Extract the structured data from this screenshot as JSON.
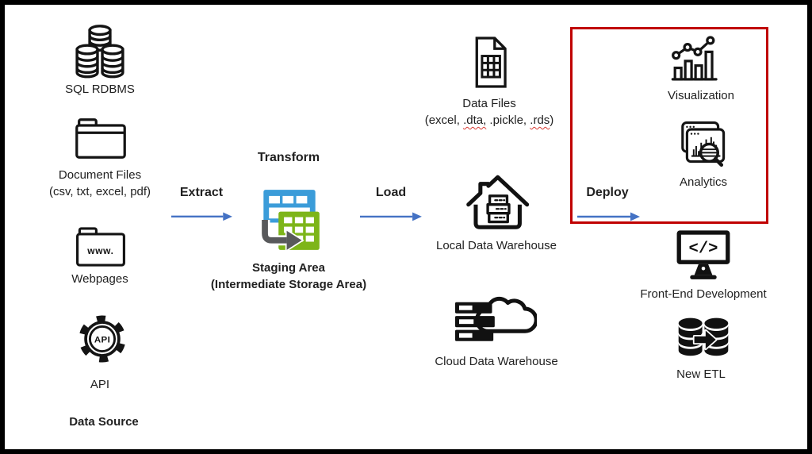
{
  "slide": {
    "sources": {
      "sql_rdbms_label": "SQL RDBMS",
      "document_files_label": "Document Files",
      "document_files_formats": "(csv, txt, excel, pdf)",
      "webpages_label": "Webpages",
      "webpages_icon_text": "www.",
      "api_label": "API",
      "api_icon_text": "API",
      "group_label": "Data Source"
    },
    "flow": {
      "extract_label": "Extract",
      "transform_label": "Transform",
      "load_label": "Load",
      "deploy_label": "Deploy"
    },
    "staging": {
      "title": "Staging Area",
      "subtitle": "(Intermediate Storage Area)"
    },
    "destinations": {
      "data_files_label": "Data Files",
      "data_files_formats_prefix": "(excel, ",
      "data_files_format_dta": ".dta,",
      "data_files_formats_mid": " .pickle, ",
      "data_files_format_rds": ".rds",
      "data_files_formats_suffix": ")",
      "local_dw_label": "Local Data Warehouse",
      "cloud_dw_label": "Cloud Data Warehouse"
    },
    "outputs": {
      "visualization_label": "Visualization",
      "analytics_label": "Analytics",
      "frontend_label": "Front-End Development",
      "frontend_icon_text": "</>",
      "new_etl_label": "New ETL"
    },
    "icons": {
      "sql_rdbms": "database-cluster-icon",
      "document_files": "folder-icon",
      "webpages": "www-folder-icon",
      "api": "api-gear-icon",
      "staging": "staging-tables-icon",
      "data_files": "spreadsheet-file-icon",
      "local_dw": "house-server-icon",
      "cloud_dw": "cloud-server-icon",
      "visualization": "bar-line-chart-icon",
      "analytics": "chart-magnifier-icon",
      "frontend": "code-monitor-icon",
      "new_etl": "database-transfer-icon"
    },
    "colors": {
      "highlight_box": "#C00000",
      "flow_arrow": "#4472C4",
      "staging_table_blue": "#3B9CD9",
      "staging_table_green": "#7DB519",
      "staging_arrow_gray": "#58595B",
      "spellcheck_underline": "#D83931"
    }
  }
}
